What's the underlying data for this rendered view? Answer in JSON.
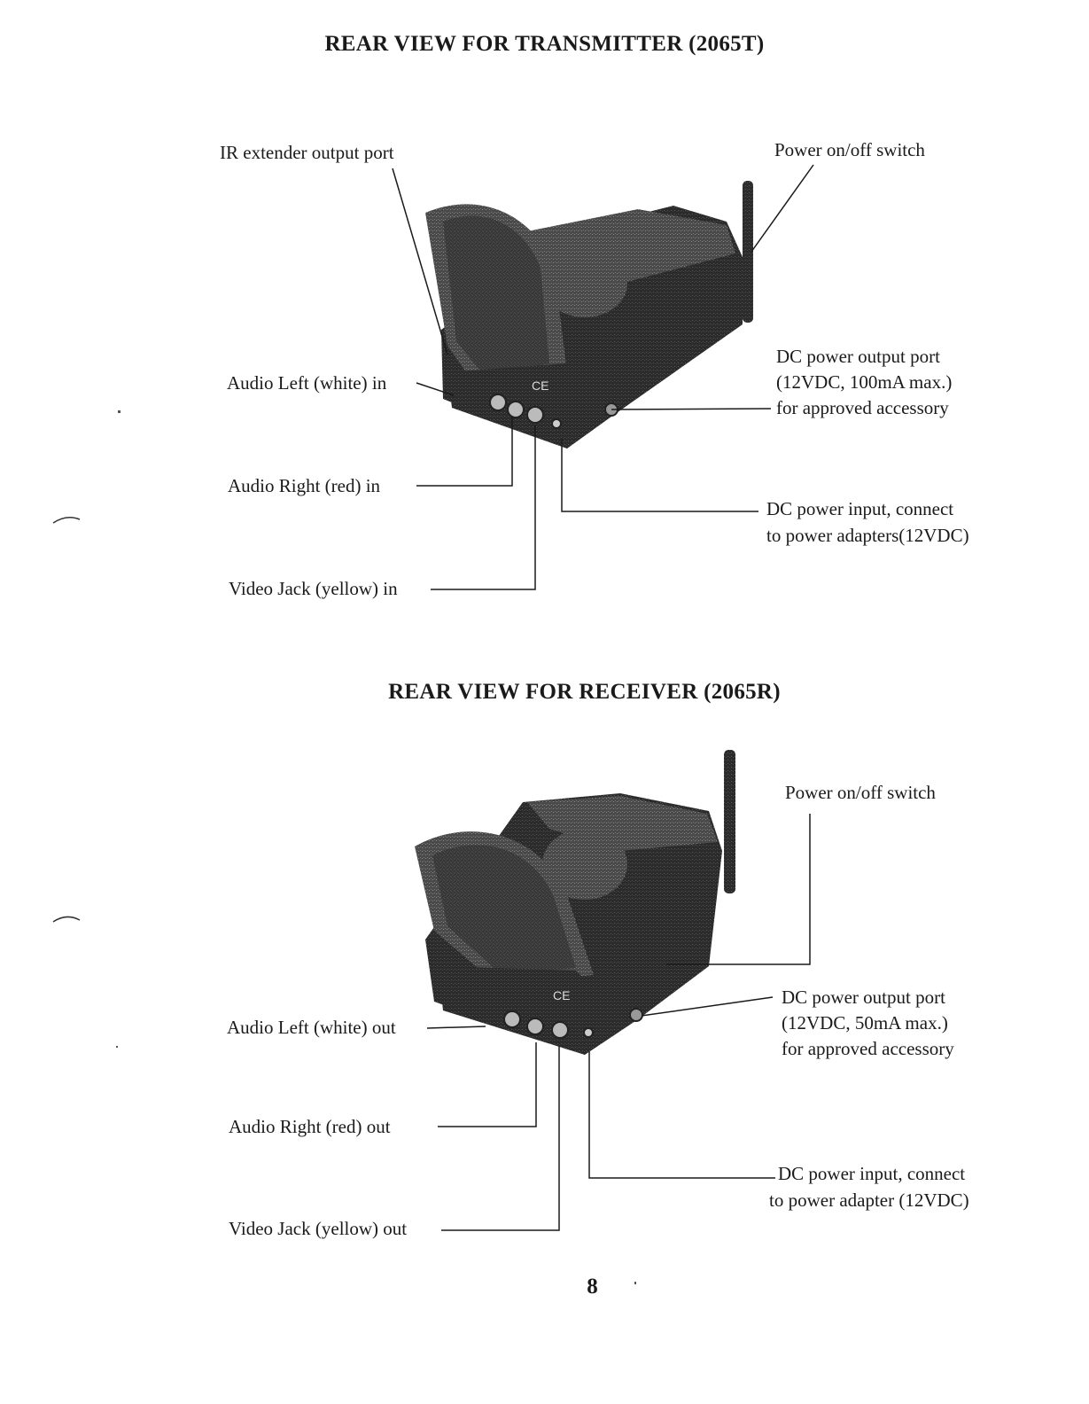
{
  "transmitter": {
    "title": "REAR VIEW FOR TRANSMITTER (2065T)",
    "labels": {
      "ir_extender": "IR extender output port",
      "power_switch": "Power on/off switch",
      "dc_output_1": "DC power output port",
      "dc_output_2": "(12VDC, 100mA max.)",
      "dc_output_3": "for approved accessory",
      "audio_left": "Audio Left (white) in",
      "audio_right": "Audio Right (red)  in",
      "dc_input_1": "DC power input, connect",
      "dc_input_2": "to power adapters(12VDC)",
      "video_jack": "Video Jack (yellow) in"
    }
  },
  "receiver": {
    "title": "REAR VIEW FOR RECEIVER (2065R)",
    "labels": {
      "power_switch": "Power on/off switch",
      "dc_output_1": "DC power output port",
      "dc_output_2": "(12VDC, 50mA max.)",
      "dc_output_3": "for approved accessory",
      "audio_left": "Audio Left (white) out",
      "audio_right": "Audio Right (red)  out",
      "dc_input_1": "DC power input, connect",
      "dc_input_2": "to power adapter (12VDC)",
      "video_jack": "Video Jack (yellow) out"
    }
  },
  "page_number": "8"
}
